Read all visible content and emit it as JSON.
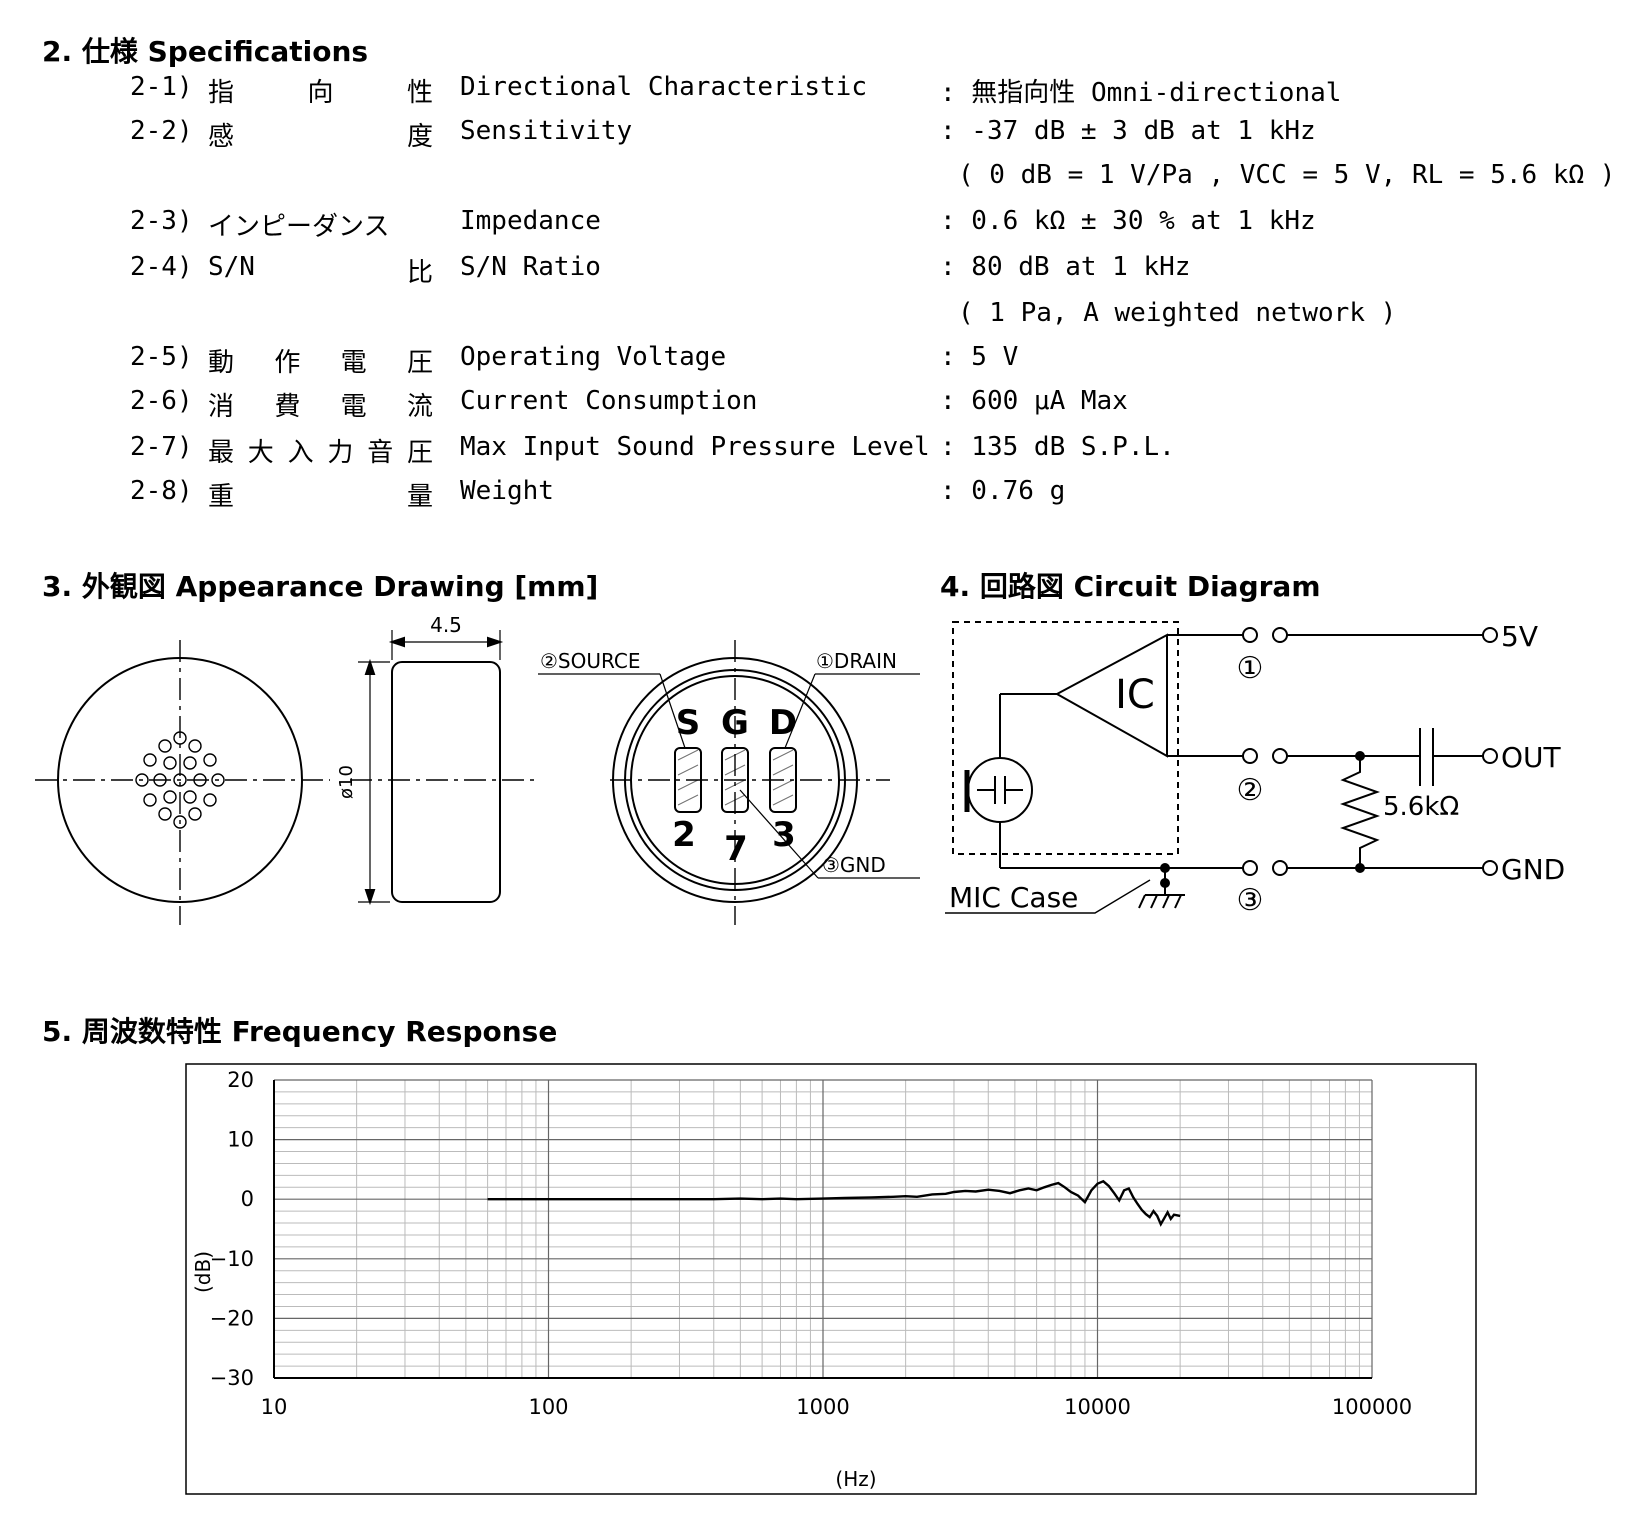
{
  "sections": {
    "specs_title": "2. 仕様 Specifications",
    "appearance_title": "3. 外観図 Appearance Drawing [mm]",
    "circuit_title": "4. 回路図 Circuit Diagram",
    "freq_title": "5. 周波数特性 Frequency Response"
  },
  "specs": [
    {
      "num": "2-1)",
      "jp": [
        "指",
        "向",
        "性"
      ],
      "en": "Directional Characteristic",
      "value": ": 無指向性  Omni-directional"
    },
    {
      "num": "2-2)",
      "jp": [
        "感",
        "度"
      ],
      "en": "Sensitivity",
      "value": ": -37 dB ± 3 dB at 1 kHz"
    },
    {
      "num": "2-3)",
      "jp": [
        "インピーダンス"
      ],
      "en": "Impedance",
      "value": ": 0.6 kΩ ± 30 % at 1 kHz"
    },
    {
      "num": "2-4)",
      "jp": [
        "S/N",
        "比"
      ],
      "en": "S/N Ratio",
      "value": ": 80 dB at 1 kHz"
    },
    {
      "num": "2-5)",
      "jp": [
        "動",
        "作",
        "電",
        "圧"
      ],
      "en": "Operating Voltage",
      "value": ": 5 V"
    },
    {
      "num": "2-6)",
      "jp": [
        "消",
        "費",
        "電",
        "流"
      ],
      "en": "Current Consumption",
      "value": ": 600 μA Max"
    },
    {
      "num": "2-7)",
      "jp": [
        "最",
        "大",
        "入",
        "力",
        "音",
        "圧"
      ],
      "en": "Max Input Sound Pressure Level",
      "value": ": 135 dB S.P.L."
    },
    {
      "num": "2-8)",
      "jp": [
        "重",
        "量"
      ],
      "en": "Weight",
      "value": ": 0.76 g"
    }
  ],
  "spec_notes": {
    "sensitivity_note": "( 0 dB = 1 V/Pa , VCC = 5 V, RL = 5.6 kΩ )",
    "sn_note": "( 1 Pa, A weighted network )"
  },
  "appearance": {
    "dim_width": "4.5",
    "dim_diameter": "ø10",
    "pin_labels": [
      "S",
      "G",
      "D"
    ],
    "pin_numbers": [
      "2",
      "7",
      "3"
    ],
    "source_label": "②SOURCE",
    "drain_label": "①DRAIN",
    "gnd_label": "③GND"
  },
  "circuit": {
    "ic_label": "IC",
    "terminal_1": "①",
    "terminal_2": "②",
    "terminal_3": "③",
    "out_5v": "5V",
    "out_out": "OUT",
    "out_gnd": "GND",
    "resistor": "5.6kΩ",
    "mic_case": "MIC Case"
  },
  "chart_data": {
    "type": "line",
    "title": "",
    "xlabel": "(Hz)",
    "ylabel": "(dB)",
    "x_scale": "log",
    "xlim": [
      10,
      100000
    ],
    "ylim": [
      -30,
      20
    ],
    "x_ticks": [
      "10",
      "100",
      "1000",
      "10000",
      "100000"
    ],
    "y_ticks": [
      "20",
      "10",
      "0",
      "−10",
      "−20",
      "−30"
    ],
    "grid": true,
    "series": [
      {
        "x": [
          60,
          100,
          200,
          300,
          400,
          500,
          600,
          700,
          800,
          1000,
          1200,
          1500,
          1800,
          2000,
          2200,
          2500,
          2800,
          3000,
          3300,
          3600,
          4000,
          4400,
          4800,
          5200,
          5600,
          6000,
          6400,
          6800,
          7200,
          7600,
          8000,
          8500,
          9000,
          9500,
          10000,
          10500,
          11000,
          11500,
          12000,
          12500,
          13000,
          13500,
          14000,
          14500,
          15000,
          15500,
          16000,
          16500,
          17000,
          17500,
          18000,
          18500,
          19000,
          20000
        ],
        "y": [
          0,
          0,
          0,
          0,
          0,
          0.1,
          0,
          0.1,
          0,
          0.1,
          0.2,
          0.3,
          0.4,
          0.5,
          0.4,
          0.8,
          0.9,
          1.2,
          1.4,
          1.3,
          1.6,
          1.4,
          1.0,
          1.5,
          1.8,
          1.5,
          2.0,
          2.4,
          2.7,
          2.0,
          1.2,
          0.6,
          -0.5,
          1.5,
          2.6,
          3.0,
          2.2,
          1.0,
          -0.2,
          1.5,
          1.8,
          0.3,
          -0.8,
          -1.8,
          -2.5,
          -3.0,
          -2.0,
          -2.8,
          -4.2,
          -3.2,
          -2.2,
          -3.3,
          -2.6,
          -2.8
        ]
      }
    ]
  }
}
